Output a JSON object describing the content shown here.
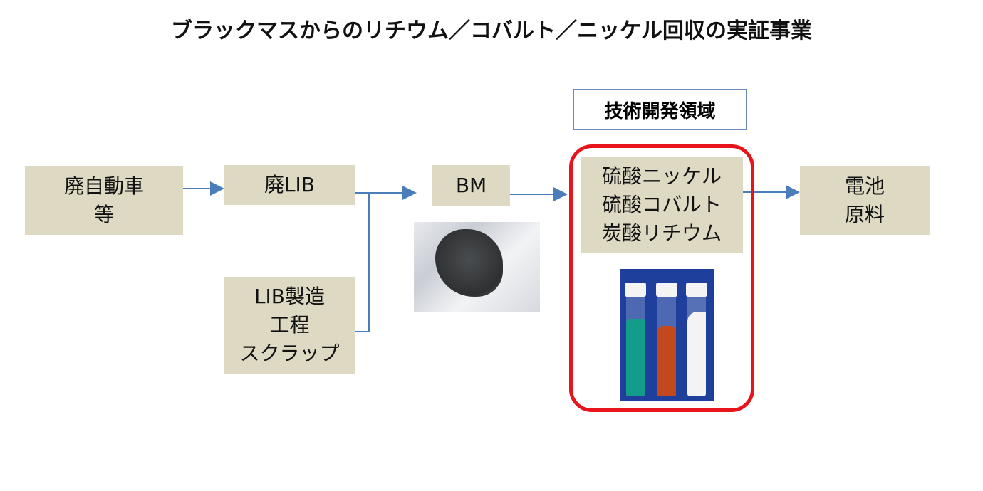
{
  "title": "ブラックマスからのリチウム／コバルト／ニッケル回収の実証事業",
  "tech_label": "技術開発領域",
  "nodes": {
    "waste_vehicle": [
      "廃自動車",
      "等"
    ],
    "waste_lib": "廃LIB",
    "scrap": [
      "LIB製造",
      "工程",
      "スクラップ"
    ],
    "bm": "BM",
    "products": [
      "硫酸ニッケル",
      "硫酸コバルト",
      "炭酸リチウム"
    ],
    "battery_material": [
      "電池",
      "原料"
    ]
  },
  "colors": {
    "box": "#ddd9c3",
    "arrow": "#4a7ebb",
    "highlight": "#e8141c"
  }
}
